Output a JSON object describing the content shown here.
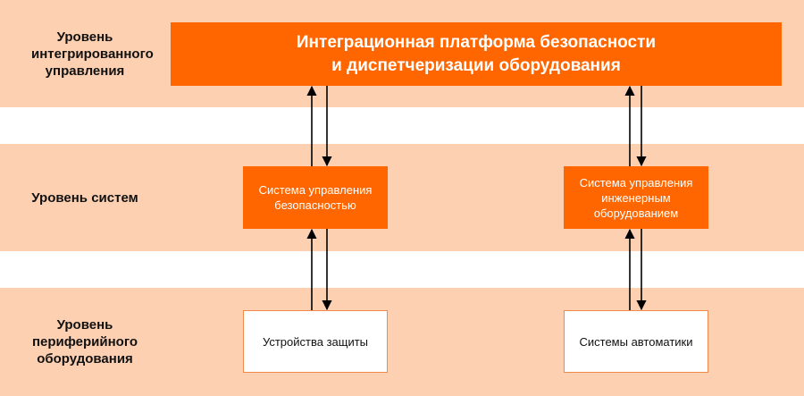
{
  "levels": {
    "integrated": "Уровень интегрированного управления",
    "systems": "Уровень систем",
    "peripheral": "Уровень периферийного оборудования"
  },
  "platform": {
    "line1": "Интеграционная платформа безопасности",
    "line2": "и диспетчеризации оборудования"
  },
  "systems": {
    "security": "Система управления безопасностью",
    "engineering": "Система управления инженерным оборудованием"
  },
  "devices": {
    "protection": "Устройства защиты",
    "automation": "Системы автоматики"
  },
  "colors": {
    "band": "#FDD0B2",
    "accent": "#FF6600"
  }
}
